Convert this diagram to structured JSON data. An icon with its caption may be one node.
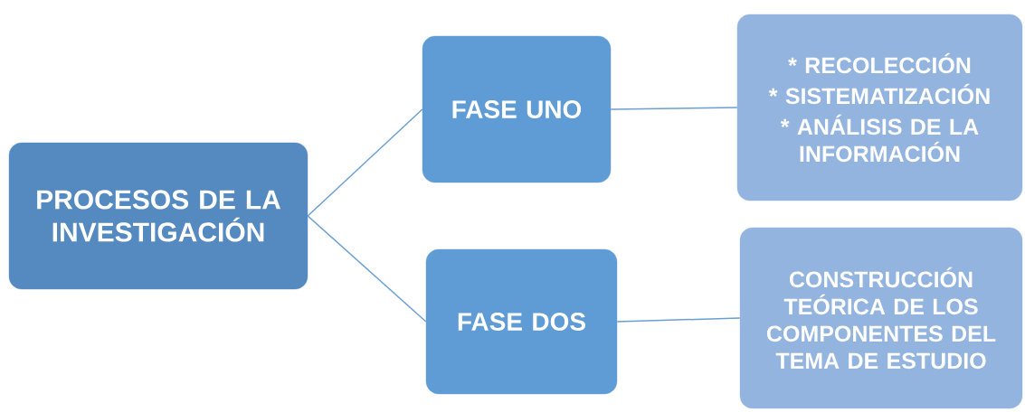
{
  "diagram": {
    "nodes": [
      {
        "text": [
          "PROCESOS DE LA INVESTIGACIÓN"
        ]
      },
      {
        "text": [
          "FASE UNO"
        ]
      },
      {
        "text": [
          "FASE DOS"
        ]
      },
      {
        "text": [
          "* RECOLECCIÓN",
          "* SISTEMATIZACIÓN",
          "* ANÁLISIS DE LA INFORMACIÓN"
        ]
      },
      {
        "text": [
          "CONSTRUCCIÓN TEÓRICA DE LOS COMPONENTES DEL TEMA DE ESTUDIO"
        ]
      }
    ],
    "edges": [
      {
        "from": 0,
        "to": 1,
        "arrow": "none"
      },
      {
        "from": 0,
        "to": 2,
        "arrow": "none"
      },
      {
        "from": 1,
        "to": 3,
        "arrow": "none"
      },
      {
        "from": 2,
        "to": 4,
        "arrow": "none"
      }
    ]
  }
}
